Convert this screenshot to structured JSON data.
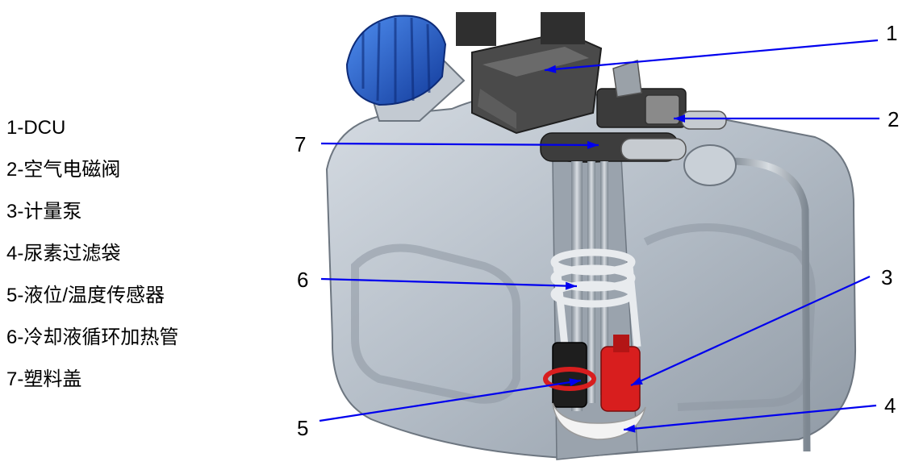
{
  "legend": [
    {
      "label": "1-DCU"
    },
    {
      "label": "2-空气电磁阀"
    },
    {
      "label": "3-计量泵"
    },
    {
      "label": "4-尿素过滤袋"
    },
    {
      "label": "5-液位/温度传感器"
    },
    {
      "label": "6-冷却液循环加热管"
    },
    {
      "label": "7-塑料盖"
    }
  ],
  "callouts": [
    {
      "number": "1"
    },
    {
      "number": "2"
    },
    {
      "number": "3"
    },
    {
      "number": "4"
    },
    {
      "number": "5"
    },
    {
      "number": "6"
    },
    {
      "number": "7"
    }
  ],
  "colors": {
    "leader_line": "#0000ee",
    "tank_body": "#b9c1cb",
    "filler_cap": "#1f5fd8",
    "pump_red": "#d81e1e",
    "dcu_dark": "#3a3a3a"
  }
}
